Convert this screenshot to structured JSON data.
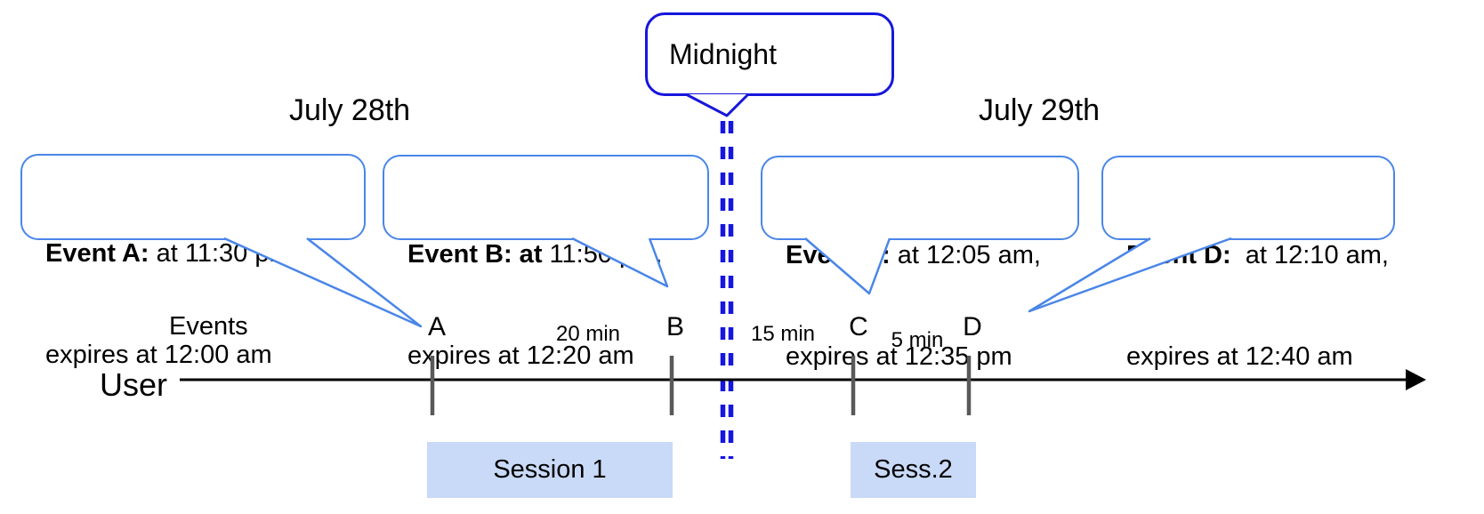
{
  "dates": {
    "left": "July 28th",
    "right": "July 29th"
  },
  "midnight": {
    "label": "Midnight"
  },
  "callouts": [
    {
      "id": "A",
      "title_bold": "Event A:",
      "title_rest": " at 11:30 pm,",
      "line2": "expires at 12:00 am"
    },
    {
      "id": "B",
      "title_bold": "Event B: at",
      "title_rest": " 11:50 pm,",
      "line2": "expires at 12:20 am"
    },
    {
      "id": "C",
      "title_bold": "Event C:",
      "title_rest": " at 12:05 am,",
      "line2": "expires at 12:35 pm"
    },
    {
      "id": "D",
      "title_bold": "Event D:",
      "title_rest": "  at 12:10 am,",
      "line2": "expires at 12:40 am"
    }
  ],
  "timeline": {
    "events_label": "Events",
    "user_label": "User",
    "ticks": [
      "A",
      "B",
      "C",
      "D"
    ],
    "intervals": [
      "20 min",
      "15 min",
      "5 min"
    ]
  },
  "sessions": [
    {
      "label": "Session 1"
    },
    {
      "label": "Sess.2"
    }
  ],
  "colors": {
    "callout_border": "#4a86e8",
    "midnight_blue": "#1616dd",
    "session_fill": "#c9daf8",
    "tick_gray": "#595959",
    "ink": "#000000"
  }
}
